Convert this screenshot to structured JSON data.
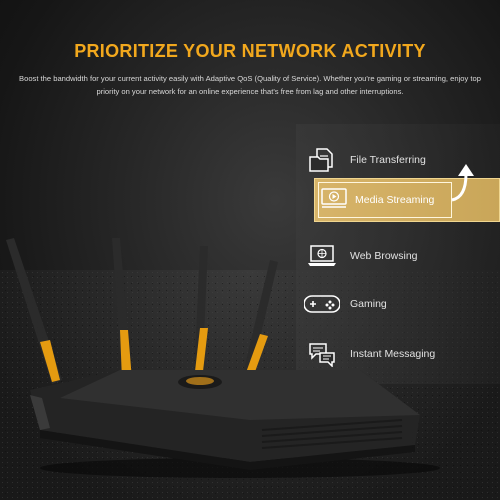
{
  "header": {
    "title": "PRIORITIZE YOUR NETWORK ACTIVITY",
    "subtitle": "Boost the bandwidth for your current activity easily with Adaptive QoS (Quality of Service). Whether you're gaming or streaming, enjoy top priority on your network for an online experience that's free from lag and other interruptions."
  },
  "activities": {
    "items": [
      {
        "label": "File Transferring",
        "icon": "file-transfer-icon"
      },
      {
        "label": "Media Streaming",
        "icon": "media-streaming-icon",
        "highlighted": true
      },
      {
        "label": "Web Browsing",
        "icon": "web-browsing-icon"
      },
      {
        "label": "Gaming",
        "icon": "gamepad-icon"
      },
      {
        "label": "Instant Messaging",
        "icon": "chat-icon"
      }
    ]
  },
  "colors": {
    "accent": "#f2a81d",
    "highlight": "#d7b469",
    "background": "#1a1a1a"
  }
}
